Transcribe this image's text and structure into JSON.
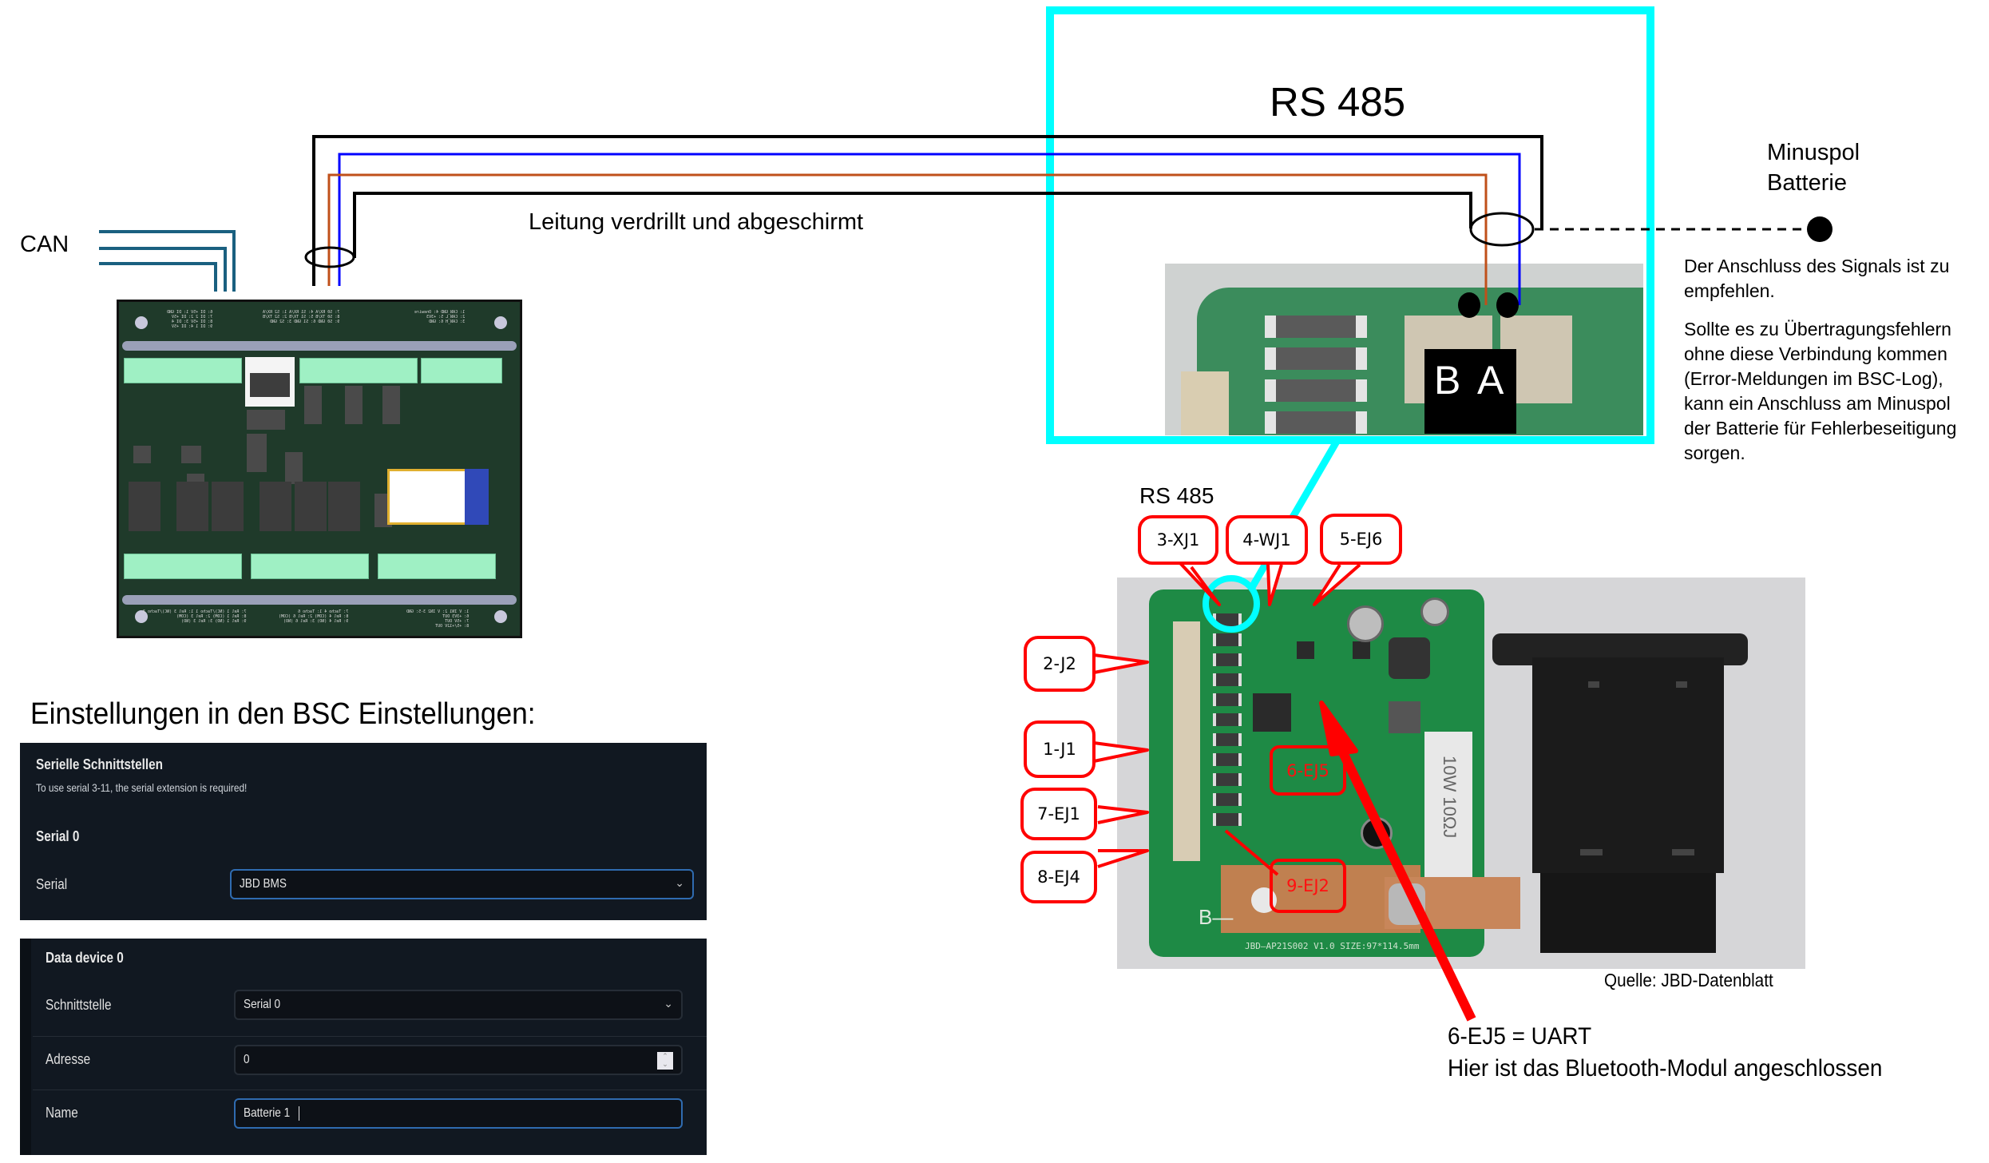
{
  "diagram": {
    "can_label": "CAN",
    "cable_label": "Leitung verdrillt und abgeschirmt",
    "rs485_box_title": "RS 485",
    "minus_pole": {
      "line1": "Minuspol",
      "line2": "Batterie"
    },
    "notes": {
      "para1": [
        "Der Anschluss des Signals ist zu",
        "empfehlen."
      ],
      "para2": [
        "Sollte es zu Übertragungsfehlern",
        "ohne diese Verbindung kommen",
        "(Error-Meldungen im BSC-Log),",
        "kann ein Anschluss am Minuspol",
        "der Batterie für Fehlerbeseitigung",
        "sorgen."
      ]
    },
    "pins": {
      "b": "B",
      "a": "A"
    },
    "bms_rs485_label": "RS 485",
    "callouts": {
      "c3": "3-XJ1",
      "c4": "4-WJ1",
      "c5": "5-EJ6",
      "c2": "2-J2",
      "c1": "1-J1",
      "c7": "7-EJ1",
      "c8": "8-EJ4",
      "c6": "6-EJ5",
      "c9": "9-EJ2"
    },
    "bms_board_text": {
      "b_minus": "B—",
      "model": "JBD—AP21S002  V1.0   SIZE:97*114.5mm",
      "resistor": "10W 10ΩJ"
    },
    "source": "Quelle: JBD-Datenblatt",
    "uart": {
      "line1": "6-EJ5 = UART",
      "line2": "Hier ist das Bluetooth-Modul angeschlossen"
    },
    "colors": {
      "cyan": "#00ffff",
      "wire_black": "#000000",
      "wire_blue": "#0000ff",
      "wire_orange": "#c0501a",
      "can_wire": "#1a6080",
      "callout_red": "#ff0000"
    }
  },
  "settings": {
    "heading": "Einstellungen in den BSC Einstellungen:",
    "serial_panel": {
      "title": "Serielle Schnittstellen",
      "note": "To use serial 3-11, the serial extension is required!",
      "subtitle": "Serial 0",
      "serial_label": "Serial",
      "serial_value": "JBD BMS"
    },
    "device_panel": {
      "title": "Data device 0",
      "interface_label": "Schnittstelle",
      "interface_value": "Serial 0",
      "address_label": "Adresse",
      "address_value": "0",
      "name_label": "Name",
      "name_value": "Batterie 1"
    }
  }
}
